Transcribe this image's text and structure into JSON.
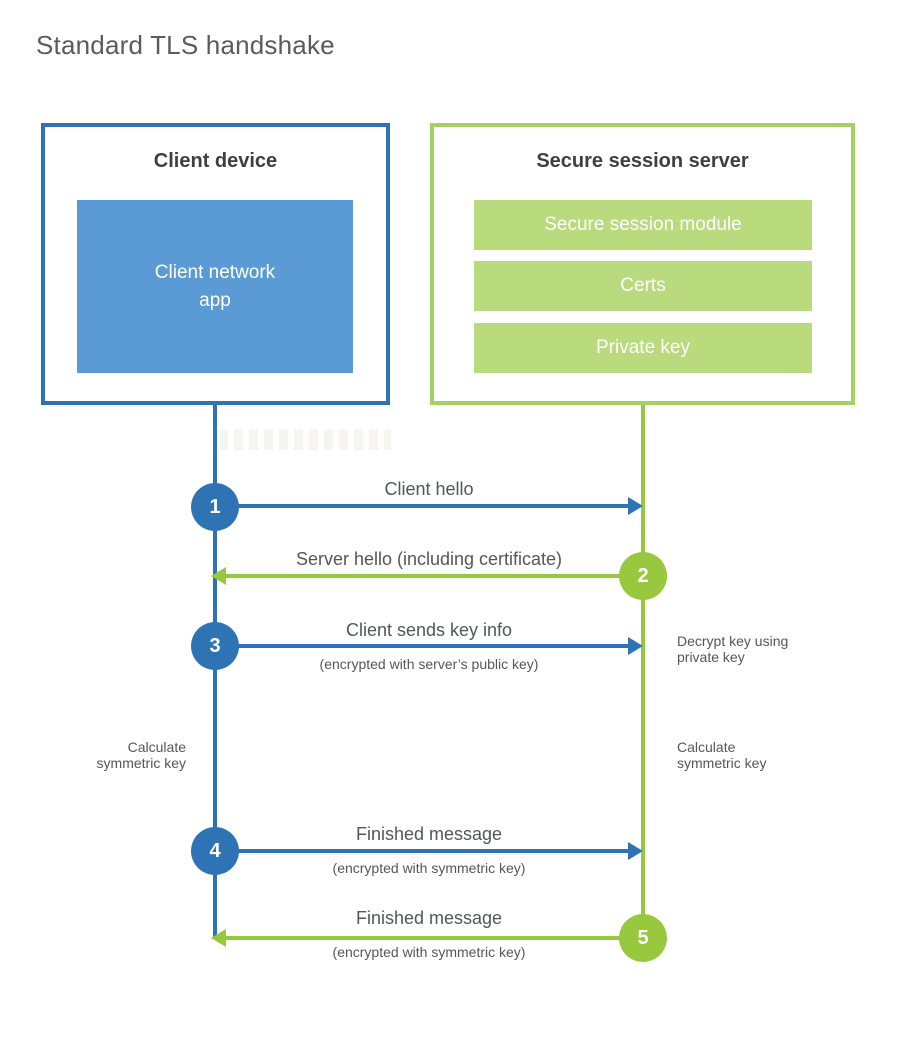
{
  "title": "Standard TLS handshake",
  "colors": {
    "blue": "#2e74b5",
    "blue_light": "#5b9bd5",
    "green": "#97c83e",
    "green_border": "#a5d162",
    "green_light": "#b9da7d",
    "heading_text": "#3e3f41",
    "label_text": "#54565a"
  },
  "client_box": {
    "title": "Client device",
    "app_label": "Client network\napp"
  },
  "server_box": {
    "title": "Secure session server",
    "modules": [
      "Secure session module",
      "Certs",
      "Private key"
    ]
  },
  "steps": [
    {
      "num": "1",
      "label": "Client hello",
      "direction": "right"
    },
    {
      "num": "2",
      "label": "Server hello (including certificate)",
      "direction": "left"
    },
    {
      "num": "3",
      "label": "Client sends key info",
      "sub": "(encrypted with server’s public key)",
      "direction": "right"
    },
    {
      "num": "4",
      "label": "Finished message",
      "sub": "(encrypted with symmetric key)",
      "direction": "right"
    },
    {
      "num": "5",
      "label": "Finished message",
      "sub": "(encrypted with symmetric key)",
      "direction": "left"
    }
  ],
  "annotations": {
    "decrypt": "Decrypt key using\nprivate key",
    "calc_left": "Calculate\nsymmetric key",
    "calc_right": "Calculate\nsymmetric key"
  }
}
